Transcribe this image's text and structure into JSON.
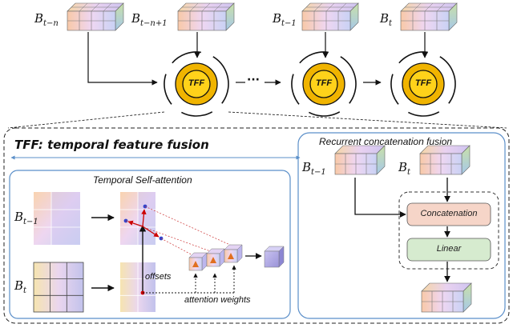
{
  "top_row": {
    "cubes": [
      {
        "base": "B",
        "sub": "t−n"
      },
      {
        "base": "B",
        "sub": "t−n+1"
      },
      {
        "base": "B",
        "sub": "t−1"
      },
      {
        "base": "B",
        "sub": "t"
      }
    ],
    "tff_label": "TFF",
    "ellipsis": "···"
  },
  "detail": {
    "title": "TFF:  temporal feature fusion",
    "self_attention": {
      "title": "Temporal Self-attention",
      "input_prev": {
        "base": "B",
        "sub": "t−1"
      },
      "input_curr": {
        "base": "B",
        "sub": "t"
      },
      "offsets_label": "offsets",
      "weights_label": "attention weights"
    },
    "recurrent": {
      "title": "Recurrent concatenation fusion",
      "input_prev": {
        "base": "B",
        "sub": "t−1"
      },
      "input_curr": {
        "base": "B",
        "sub": "t"
      },
      "concat_label": "Concatenation",
      "linear_label": "Linear"
    }
  },
  "colors": {
    "panel_border": "#5b8fc9",
    "tff_outer": "#f0b400",
    "tff_inner": "#ffd21a",
    "concat_fill": "#f6d5c8",
    "linear_fill": "#d6ebcf",
    "offset_arrow": "#cc0000"
  }
}
